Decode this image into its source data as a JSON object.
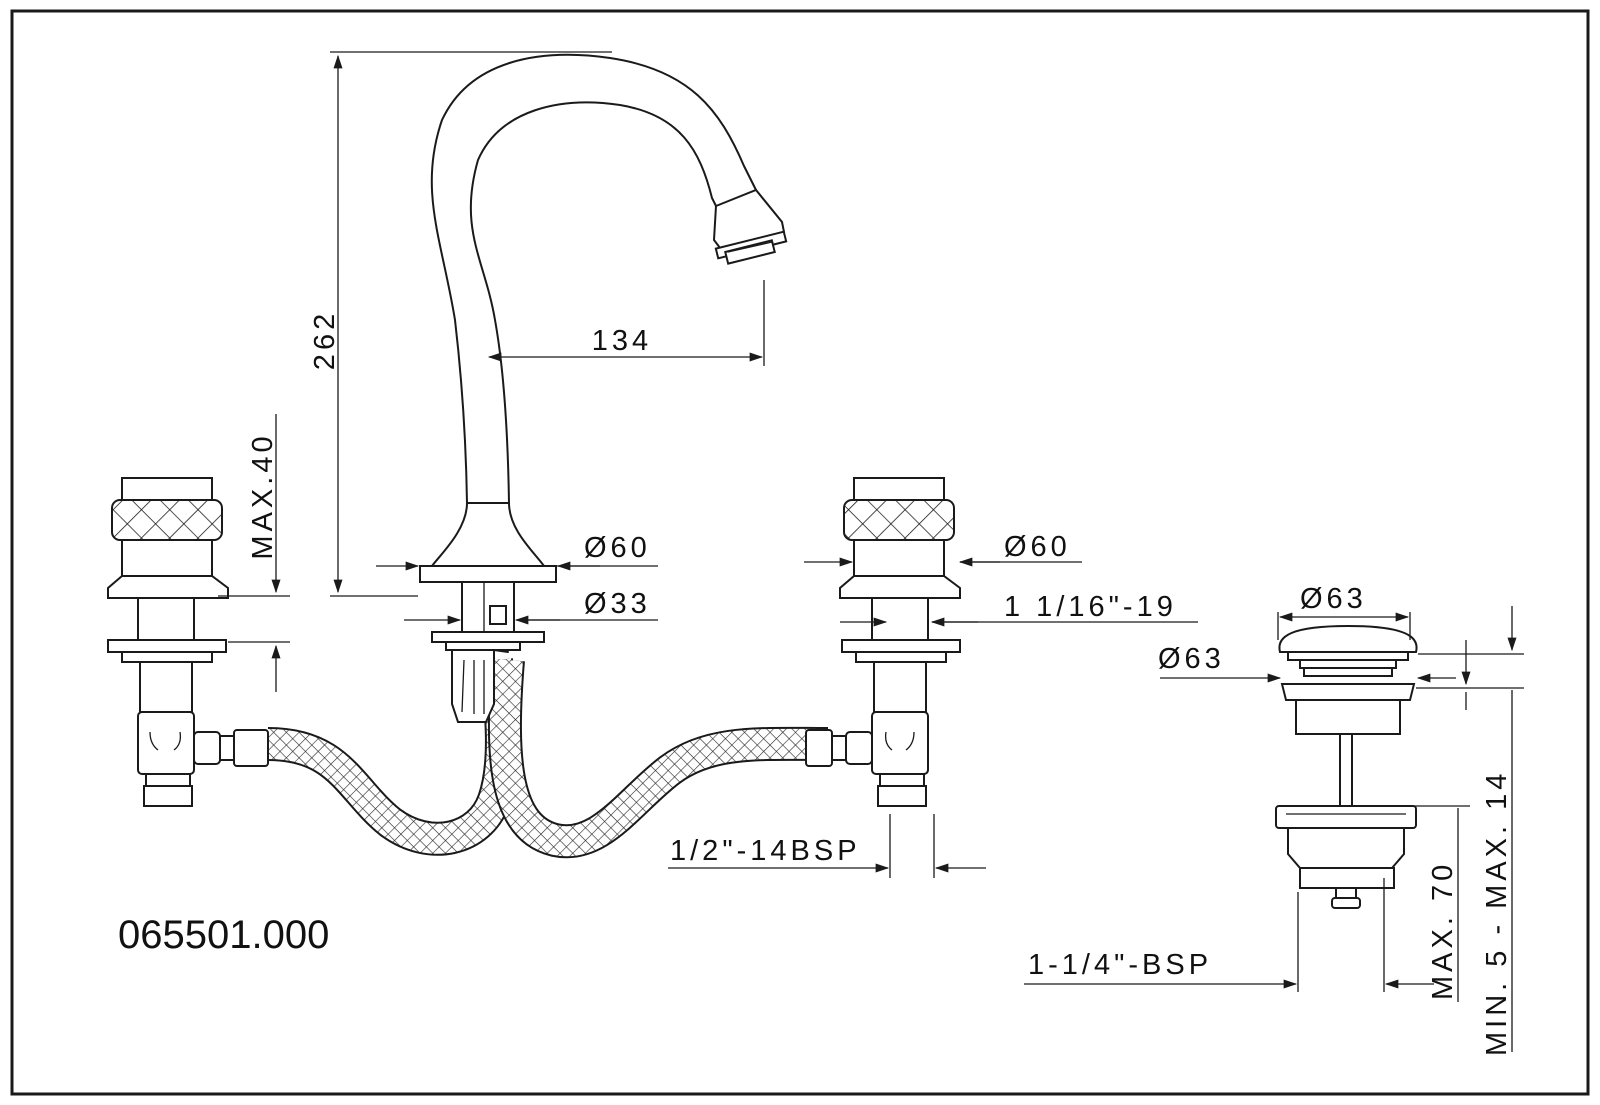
{
  "drawing": {
    "model_code": "065501.000",
    "dimensions": {
      "spout_height": "262",
      "spout_reach": "134",
      "handle_height": "MAX.40",
      "spout_base_diameter": "Ø60",
      "spout_shank_diameter": "Ø33",
      "handle_base_diameter": "Ø60",
      "handle_thread": "1 1/16\"-19",
      "inlet_thread": "1/2\"-14BSP",
      "drain_cap_diameter": "Ø63",
      "drain_flange_diameter": "Ø63",
      "drain_thread": "1-1/4\"-BSP",
      "drain_length": "MAX. 70",
      "basin_thickness": "MIN. 5 - MAX. 14"
    }
  }
}
